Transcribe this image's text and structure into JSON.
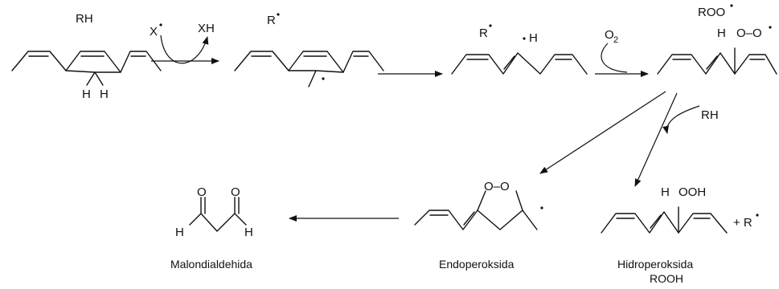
{
  "labels": {
    "rh": "RH",
    "x": "X",
    "xh": "XH",
    "r1": "R",
    "r2": "R",
    "h_rad": "H",
    "o2": "O",
    "o2_sub": "2",
    "roo": "ROO",
    "roo_h": "H",
    "roo_oo": "O–O",
    "rh2": "RH",
    "h1": "H",
    "h2": "H",
    "endo_oo": "O–O",
    "ooh_h": "H",
    "ooh": "OOH",
    "plus_r": "+ R",
    "mda_o1": "O",
    "mda_o2": "O",
    "mda_h1": "H",
    "mda_h2": "H"
  },
  "captions": {
    "malondialdehida": "Malondialdehida",
    "endoperoksida": "Endoperoksida",
    "hidroperoksida": "Hidroperoksida",
    "rooh": "ROOH"
  }
}
